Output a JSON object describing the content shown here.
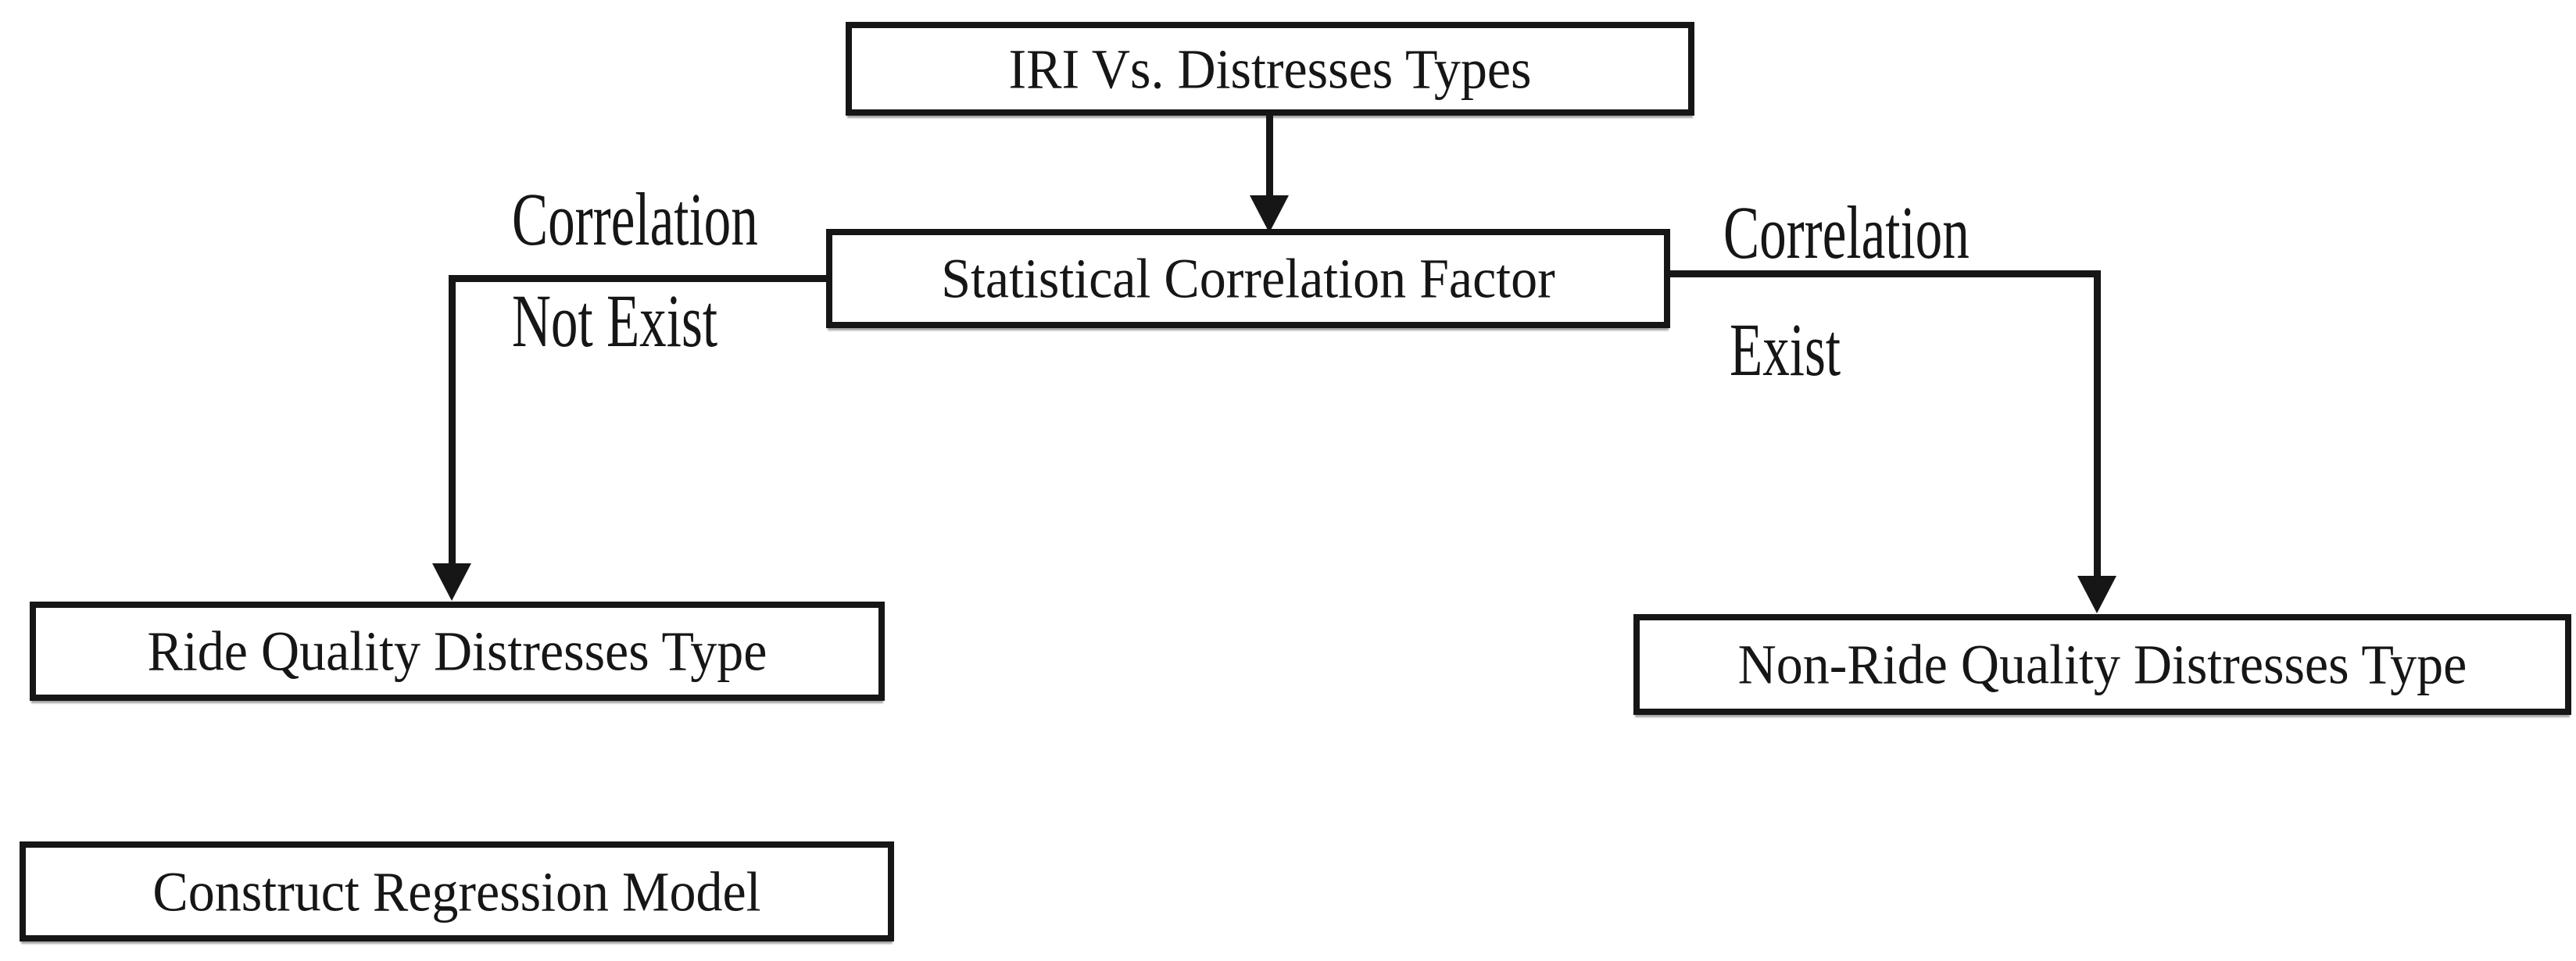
{
  "diagram": {
    "title_node": {
      "label": "IRI Vs. Distresses Types"
    },
    "decision_node": {
      "label": "Statistical Correlation Factor"
    },
    "ride_node": {
      "label": "Ride Quality Distresses Type"
    },
    "nonride_node": {
      "label": "Non-Ride Quality Distresses Type"
    },
    "construct_node": {
      "label": "Construct Regression Model"
    },
    "edge_labels": {
      "left_line1": "Correlation",
      "left_line2": "Not Exist",
      "right_line1": "Correlation",
      "right_line2": "Exist"
    },
    "colors": {
      "line": "#161616",
      "box_border": "#161616",
      "box_fill": "#ffffff",
      "background": "#ffffff",
      "text": "#161616"
    }
  }
}
